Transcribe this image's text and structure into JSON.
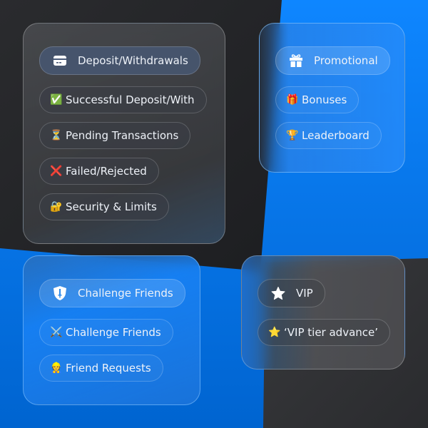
{
  "colors": {
    "background_blue": "#0a7ff5",
    "background_dark": "#232427",
    "pill_text": "#eef2f8"
  },
  "cards": [
    {
      "name": "deposit-withdrawals",
      "header": {
        "label": "Deposit/Withdrawals",
        "icon": "credit-card-icon"
      },
      "items": [
        {
          "emoji": "✅",
          "icon": "check-mark-icon",
          "label": "Successful Deposit/With"
        },
        {
          "emoji": "⏳",
          "icon": "hourglass-icon",
          "label": "Pending Transactions"
        },
        {
          "emoji": "❌",
          "icon": "cross-mark-icon",
          "label": "Failed/Rejected"
        },
        {
          "emoji": "🔐",
          "icon": "lock-key-icon",
          "label": "Security & Limits"
        }
      ]
    },
    {
      "name": "promotional",
      "header": {
        "label": "Promotional",
        "icon": "gift-icon"
      },
      "items": [
        {
          "emoji": "🎁",
          "icon": "gift-emoji-icon",
          "label": "Bonuses"
        },
        {
          "emoji": "🏆",
          "icon": "trophy-icon",
          "label": "Leaderboard"
        }
      ]
    },
    {
      "name": "challenge-friends",
      "header": {
        "label": "Challenge Friends",
        "icon": "shield-sword-icon"
      },
      "items": [
        {
          "emoji": "⚔️",
          "icon": "crossed-swords-icon",
          "label": "Challenge Friends"
        },
        {
          "emoji": "👷",
          "icon": "person-laptop-icon",
          "label": "Friend Requests"
        }
      ]
    },
    {
      "name": "vip",
      "header": {
        "label": "VIP",
        "icon": "star-icon"
      },
      "items": [
        {
          "emoji": "⭐",
          "icon": "star-emoji-icon",
          "label": "‘VIP tier advance’"
        }
      ]
    }
  ]
}
